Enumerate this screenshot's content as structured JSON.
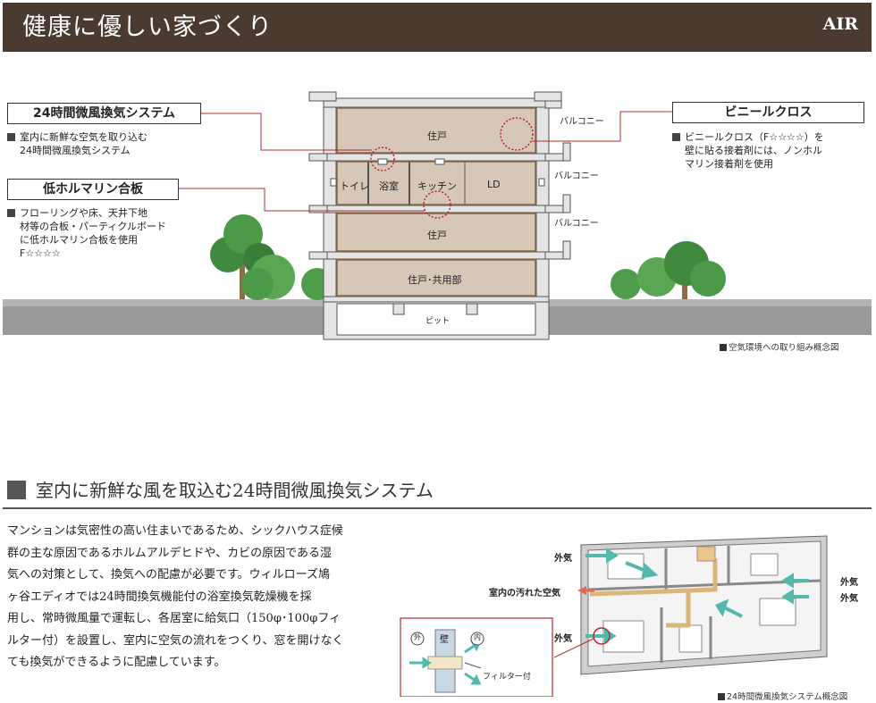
{
  "header": {
    "title": "健康に優しい家づくり",
    "tag": "AIR"
  },
  "callouts": {
    "ventilation": {
      "title": "24時間微風換気システム",
      "desc": [
        "室内に新鮮な空気を取り込む",
        "24時間微風換気システム"
      ]
    },
    "plywood": {
      "title": "低ホルマリン合板",
      "desc": [
        "フローリングや床、天井下地",
        "材等の合板・パーティクルボード",
        "に低ホルマリン合板を使用",
        "F☆☆☆☆"
      ]
    },
    "vinyl": {
      "title": "ビニールクロス",
      "desc": [
        "ビニールクロス（F☆☆☆☆）を",
        "壁に貼る接着剤には、ノンホル",
        "マリン接着剤を使用"
      ]
    }
  },
  "building": {
    "rooms": {
      "top": "住戸",
      "toilet": "トイレ",
      "bath": "浴室",
      "kitchen": "キッチン",
      "ld": "LD",
      "third": "住戸",
      "bottom": "住戸･共用部",
      "pit": "ピット"
    },
    "balconies": [
      "バルコニー",
      "バルコニー",
      "バルコニー"
    ]
  },
  "caption1": "空気環境への取り組み概念図",
  "section2": {
    "title": "室内に新鮮な風を取込む24時間微風換気システム",
    "body": [
      "マンションは気密性の高い住まいであるため、シックハウス症候",
      "群の主な原因であるホルムアルデヒドや、カビの原因である湿",
      "気への対策として、換気への配慮が必要です。ウィルローズ鳩",
      "ヶ谷エディオでは24時間換気機能付の浴室換気乾燥機を採",
      "用し、常時微風量で運転し、各居室に給気口（150φ･100φフィ",
      "ルター付）を設置し、室内に空気の流れをつくり、窓を開けなく",
      "ても換気ができるように配慮しています。"
    ]
  },
  "plan": {
    "outside_air": [
      "外気",
      "外気",
      "外気",
      "外気"
    ],
    "dirty_air": "室内の汚れた空気",
    "inset": {
      "outside": "外",
      "wall": "壁",
      "inside": "内",
      "filter": "フィルター付"
    }
  },
  "caption2": "24時間微風換気システム概念図",
  "colors": {
    "header_bg": "#4a3a2f",
    "room_fill": "#d6c7b6",
    "concrete": "#e4e4e4",
    "leader": "#b32c2c",
    "arrow": "#55b8ad"
  }
}
